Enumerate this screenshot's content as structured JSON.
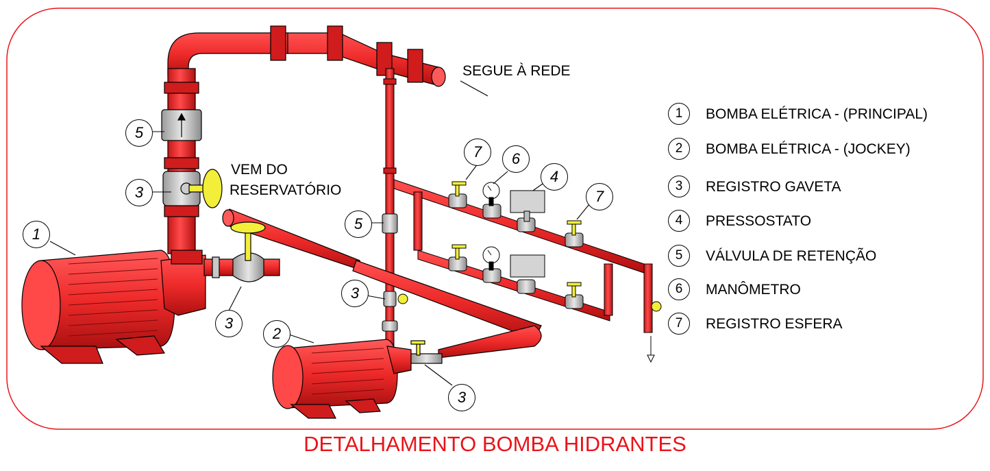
{
  "title": "DETALHAMENTO BOMBA HIDRANTES",
  "annotations": {
    "segue_rede": "SEGUE À REDE",
    "vem_do": "VEM DO",
    "reservatorio": "RESERVATÓRIO"
  },
  "legend": [
    {
      "num": "1",
      "label": "BOMBA ELÉTRICA - (PRINCIPAL)"
    },
    {
      "num": "2",
      "label": "BOMBA ELÉTRICA - (JOCKEY)"
    },
    {
      "num": "3",
      "label": "REGISTRO GAVETA"
    },
    {
      "num": "4",
      "label": "PRESSOSTATO"
    },
    {
      "num": "5",
      "label": "VÁLVULA DE RETENÇÃO"
    },
    {
      "num": "6",
      "label": "MANÔMETRO"
    },
    {
      "num": "7",
      "label": "REGISTRO ESFERA"
    }
  ],
  "callouts": {
    "c1": "1",
    "c2": "2",
    "c3a": "3",
    "c3b": "3",
    "c3c": "3",
    "c3d": "3",
    "c4": "4",
    "c5a": "5",
    "c5b": "5",
    "c6": "6",
    "c7a": "7",
    "c7b": "7"
  },
  "colors": {
    "frame": "#e8141a",
    "pipe": "#ee2a2a",
    "pipe_dark": "#b81414",
    "valve_gray": "#c8c8c8",
    "yellow": "#f2ee3a"
  }
}
